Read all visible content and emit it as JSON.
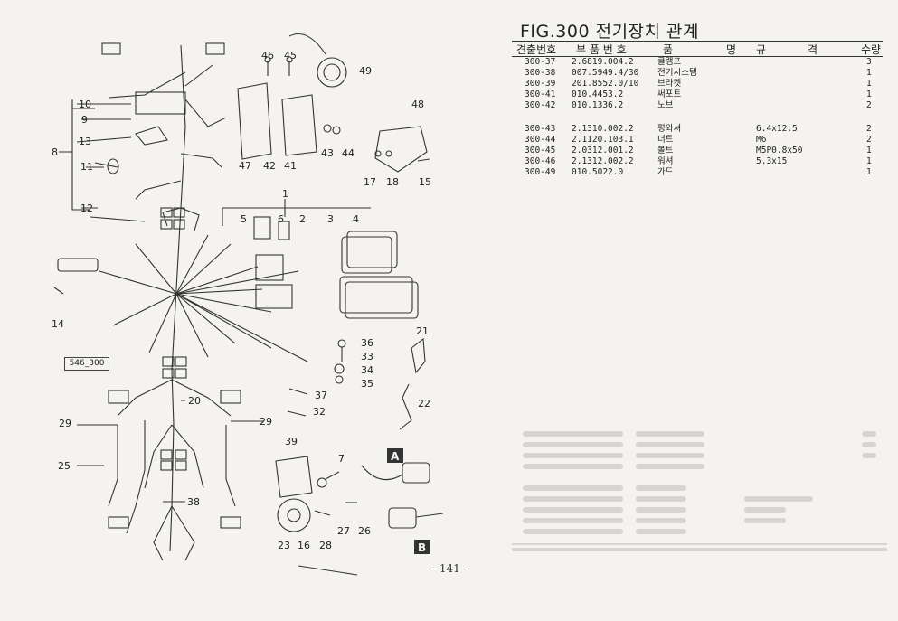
{
  "figure": {
    "title": "FIG.300 전기장치 관계",
    "reference": "546_300",
    "page_number": "- 141 -"
  },
  "table": {
    "headers": {
      "no": "견출번호",
      "part": "부 품 번 호",
      "name_a": "품",
      "name_b": "명",
      "spec_a": "규",
      "spec_b": "격",
      "qty": "수량"
    },
    "rows": [
      {
        "no": "300-37",
        "part": "2.6819.004.2",
        "name": "클램프",
        "spec": "",
        "qty": "3"
      },
      {
        "no": "300-38",
        "part": "007.5949.4/30",
        "name": "전기시스템",
        "spec": "",
        "qty": "1"
      },
      {
        "no": "300-39",
        "part": "201.8552.0/10",
        "name": "브라켓",
        "spec": "",
        "qty": "1"
      },
      {
        "no": "300-41",
        "part": "010.4453.2",
        "name": "써포트",
        "spec": "",
        "qty": "1"
      },
      {
        "no": "300-42",
        "part": "010.1336.2",
        "name": "노브",
        "spec": "",
        "qty": "2"
      },
      {
        "no": "300-43",
        "part": "2.1310.002.2",
        "name": "평와셔",
        "spec": "6.4x12.5",
        "qty": "2"
      },
      {
        "no": "300-44",
        "part": "2.1120.103.1",
        "name": "너트",
        "spec": "M6",
        "qty": "2"
      },
      {
        "no": "300-45",
        "part": "2.0312.001.2",
        "name": "볼트",
        "spec": "M5P0.8x50",
        "qty": "1"
      },
      {
        "no": "300-46",
        "part": "2.1312.002.2",
        "name": "워셔",
        "spec": "5.3x15",
        "qty": "1"
      },
      {
        "no": "300-49",
        "part": "010.5022.0",
        "name": "가드",
        "spec": "",
        "qty": "1"
      }
    ]
  },
  "callouts": [
    "1",
    "2",
    "3",
    "4",
    "5",
    "6",
    "7",
    "8",
    "9",
    "10",
    "11",
    "12",
    "13",
    "14",
    "15",
    "16",
    "17",
    "18",
    "20",
    "21",
    "22",
    "23",
    "25",
    "26",
    "27",
    "28",
    "29",
    "29",
    "32",
    "33",
    "34",
    "35",
    "36",
    "37",
    "38",
    "39",
    "41",
    "42",
    "43",
    "44",
    "45",
    "46",
    "47",
    "48",
    "49",
    "A",
    "B"
  ]
}
